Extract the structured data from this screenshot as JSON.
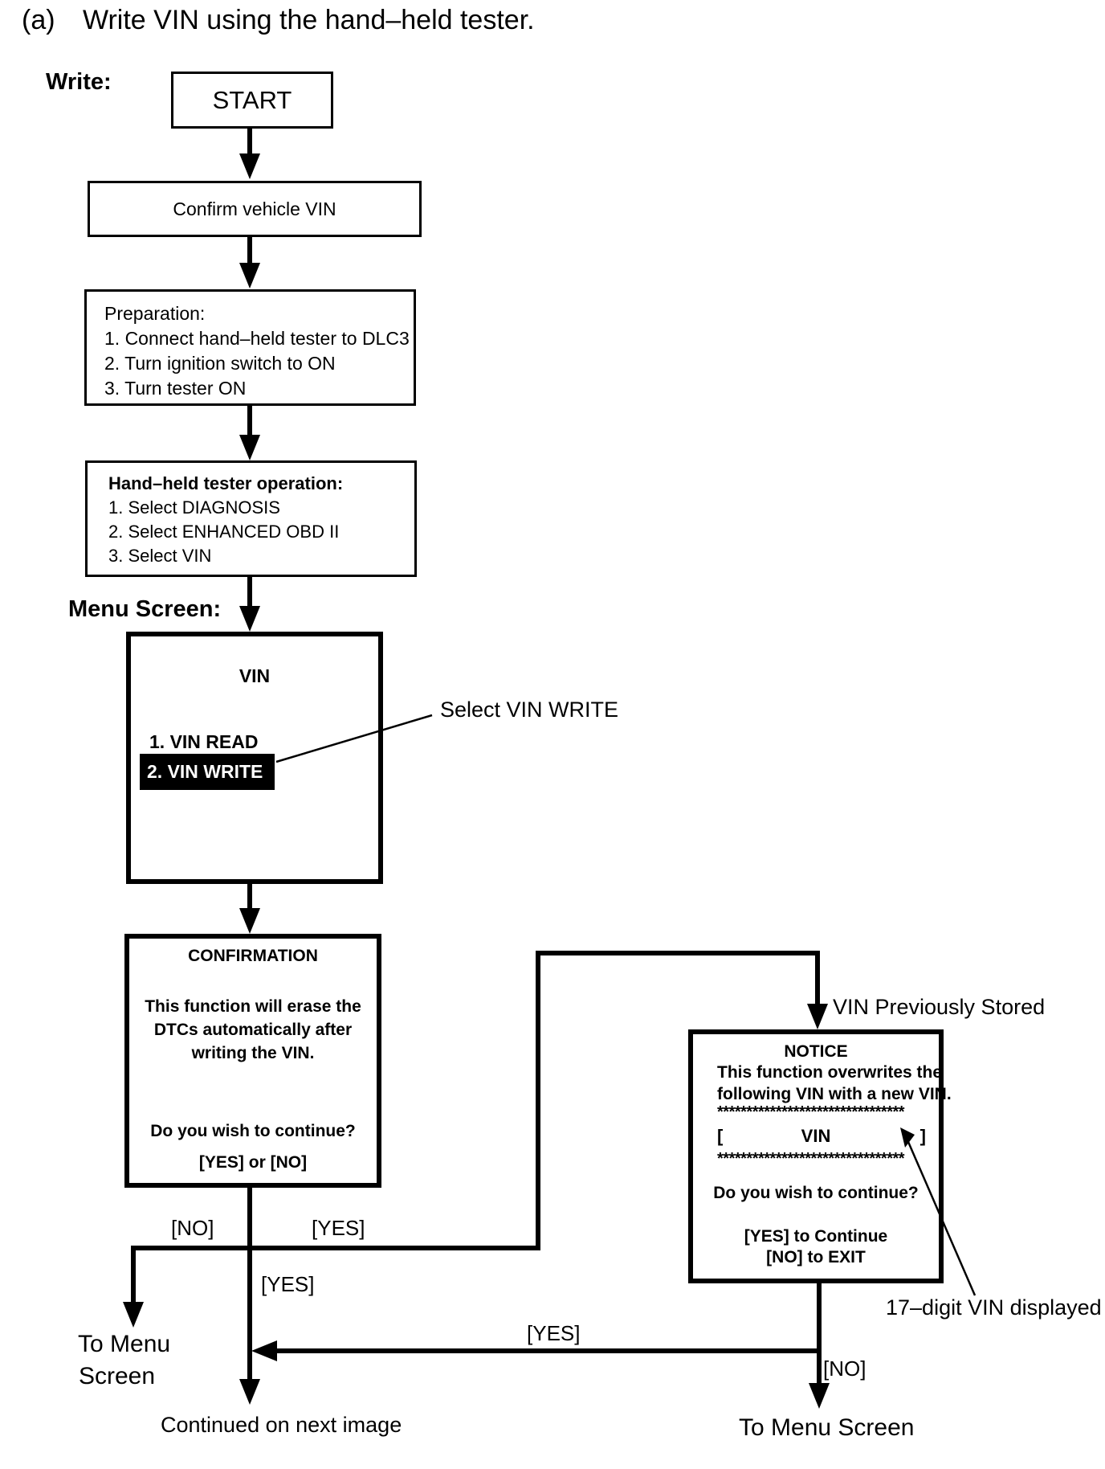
{
  "page": {
    "index_label": "(a)",
    "title": "Write VIN using the hand–held tester.",
    "write_label": "Write:",
    "menu_screen_label": "Menu Screen:"
  },
  "flow": {
    "start": "START",
    "confirm_vin": "Confirm vehicle VIN",
    "preparation": {
      "title": "Preparation:",
      "steps": [
        "1. Connect hand–held tester to DLC3",
        "2. Turn ignition switch to ON",
        "3. Turn tester ON"
      ]
    },
    "tester_operation": {
      "title": "Hand–held tester operation:",
      "steps": [
        "1. Select DIAGNOSIS",
        "2. Select ENHANCED OBD II",
        "3. Select VIN"
      ]
    },
    "vin_menu": {
      "title": "VIN",
      "items": [
        "1. VIN READ",
        "2. VIN WRITE"
      ],
      "selected_item": "2. VIN WRITE"
    },
    "confirmation": {
      "title": "CONFIRMATION",
      "body_lines": [
        "This function will erase the",
        "DTCs automatically after",
        "writing the VIN."
      ],
      "question": "Do you wish to continue?",
      "options": "[YES] or [NO]"
    },
    "notice": {
      "title": "NOTICE",
      "body_lines": [
        "This function overwrites the",
        "following VIN with a new VIN."
      ],
      "stars": "********************************",
      "vin_open": "[",
      "vin_label": "VIN",
      "vin_close": "]",
      "question": "Do you wish to continue?",
      "yes_line": "[YES] to Continue",
      "no_line": "[NO] to EXIT"
    }
  },
  "annotations": {
    "select_vin_write": "Select VIN WRITE",
    "vin_previously_stored": "VIN Previously Stored",
    "seventeen_digit_vin": "17–digit VIN displayed"
  },
  "edge_labels": {
    "no_branch": "[NO]",
    "yes_branch": "[YES]",
    "yes_continue": "[YES]",
    "yes_return": "[YES]",
    "no_return": "[NO]"
  },
  "terminals": {
    "to_menu_screen_left_line1": "To Menu",
    "to_menu_screen_left_line2": "Screen",
    "continued_next": "Continued on next image",
    "to_menu_screen_right": "To Menu Screen"
  },
  "colors": {
    "ink": "#000000",
    "paper": "#ffffff",
    "highlight_bg": "#000000",
    "highlight_text": "#ffffff"
  }
}
